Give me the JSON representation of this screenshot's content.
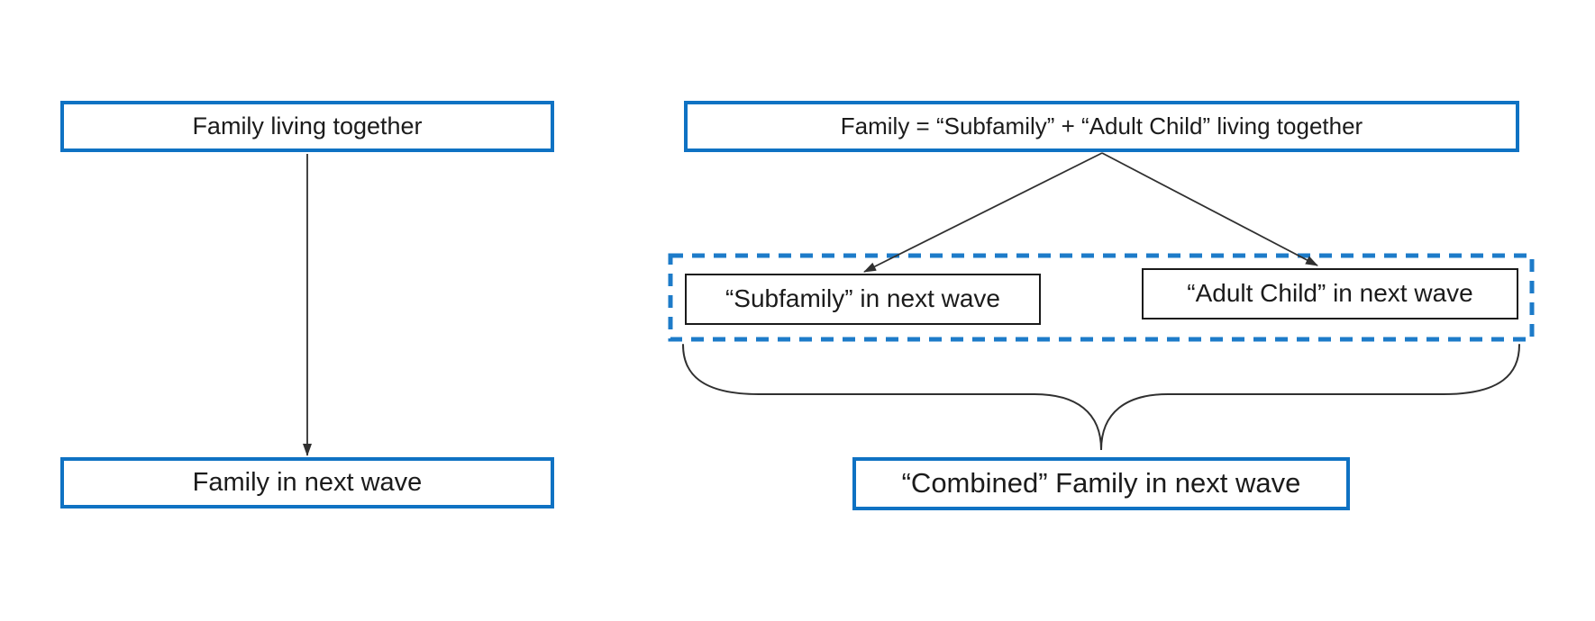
{
  "left_flow": {
    "top_box": "Family living together",
    "bottom_box": "Family in next wave"
  },
  "right_flow": {
    "top_box": "Family = “Subfamily” + “Adult Child” living together",
    "subfamily_box": "“Subfamily” in next wave",
    "adult_child_box": "“Adult Child” in next wave",
    "combined_box": "“Combined” Family in next wave"
  },
  "colors": {
    "solid_box_border": "#0f72c3",
    "dashed_group_border": "#1d7bc9",
    "inner_box_border": "#1a1a1a",
    "connector_line": "#303030",
    "text": "#1b1b1b",
    "background": "#ffffff"
  }
}
